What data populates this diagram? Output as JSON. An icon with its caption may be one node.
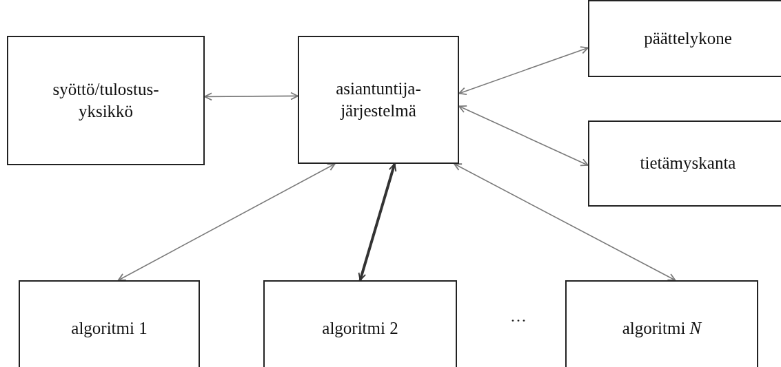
{
  "diagram": {
    "nodes": [
      {
        "text": [
          "syöttö/tulostus-yksikkö"
        ]
      },
      {
        "text": [
          "asiantuntija-järjestelmä"
        ]
      },
      {
        "text": [
          "päättelykone"
        ]
      },
      {
        "text": [
          "tietämyskanta"
        ]
      },
      {
        "text": [
          "algoritmi 1"
        ]
      },
      {
        "text": [
          "algoritmi 2"
        ]
      },
      {
        "text": [
          "algoritmi *N*"
        ]
      }
    ],
    "edges": [
      {
        "from": 0,
        "to": 1,
        "arrow": "both"
      },
      {
        "from": 1,
        "to": 2,
        "arrow": "both"
      },
      {
        "from": 1,
        "to": 3,
        "arrow": "both"
      },
      {
        "from": 1,
        "to": 4,
        "arrow": "both"
      },
      {
        "from": 1,
        "to": 5,
        "arrow": "both",
        "style": "thick",
        "color": "#333333"
      },
      {
        "from": 1,
        "to": 6,
        "arrow": "both"
      }
    ],
    "labels": [
      "···"
    ]
  }
}
